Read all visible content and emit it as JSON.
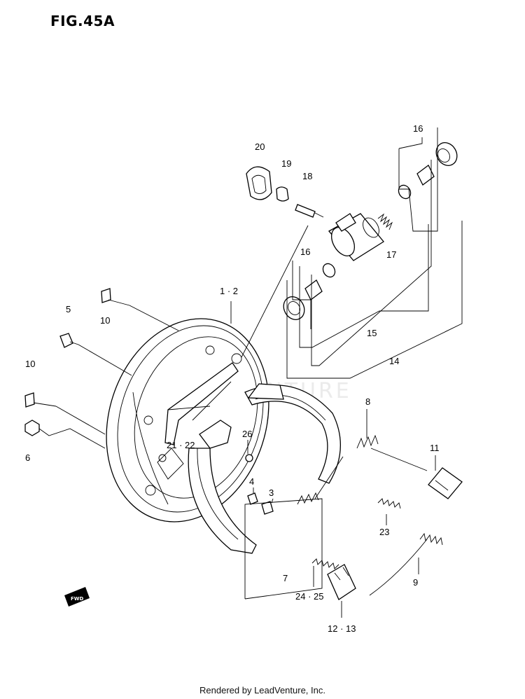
{
  "figure": {
    "title": "FIG.45A",
    "footer": "Rendered by LeadVenture, Inc.",
    "watermark": "LEADVENTURE"
  },
  "callouts": {
    "c20": "20",
    "c19": "19",
    "c18": "18",
    "c16a": "16",
    "c16b": "16",
    "c17": "17",
    "c15": "15",
    "c14": "14",
    "c12": "1 · 2",
    "c10a": "10",
    "c5": "5",
    "c10b": "10",
    "c6": "6",
    "c2122": "21 · 22",
    "c26": "26",
    "c4": "4",
    "c3": "3",
    "c8": "8",
    "c11": "11",
    "c23": "23",
    "c9": "9",
    "c7": "7",
    "c2425": "24 · 25",
    "c1213": "12 · 13"
  },
  "badge": {
    "fwd": "FWD"
  }
}
